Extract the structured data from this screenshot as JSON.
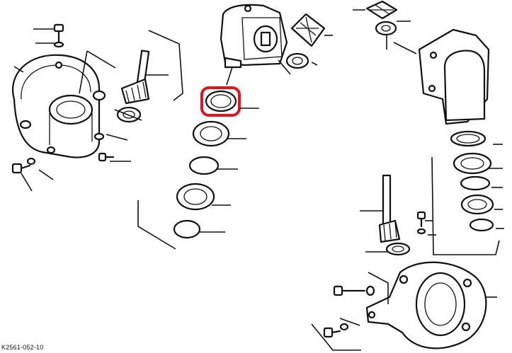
{
  "drawing_code": "K2561-052-10",
  "highlight": {
    "color": "#e0141b",
    "target": "oil-seal"
  },
  "icons": [
    "gear-housing",
    "bevel-gear",
    "pinion-shaft",
    "ball-bearing",
    "circlip",
    "oil-seal",
    "bolt",
    "washer"
  ]
}
